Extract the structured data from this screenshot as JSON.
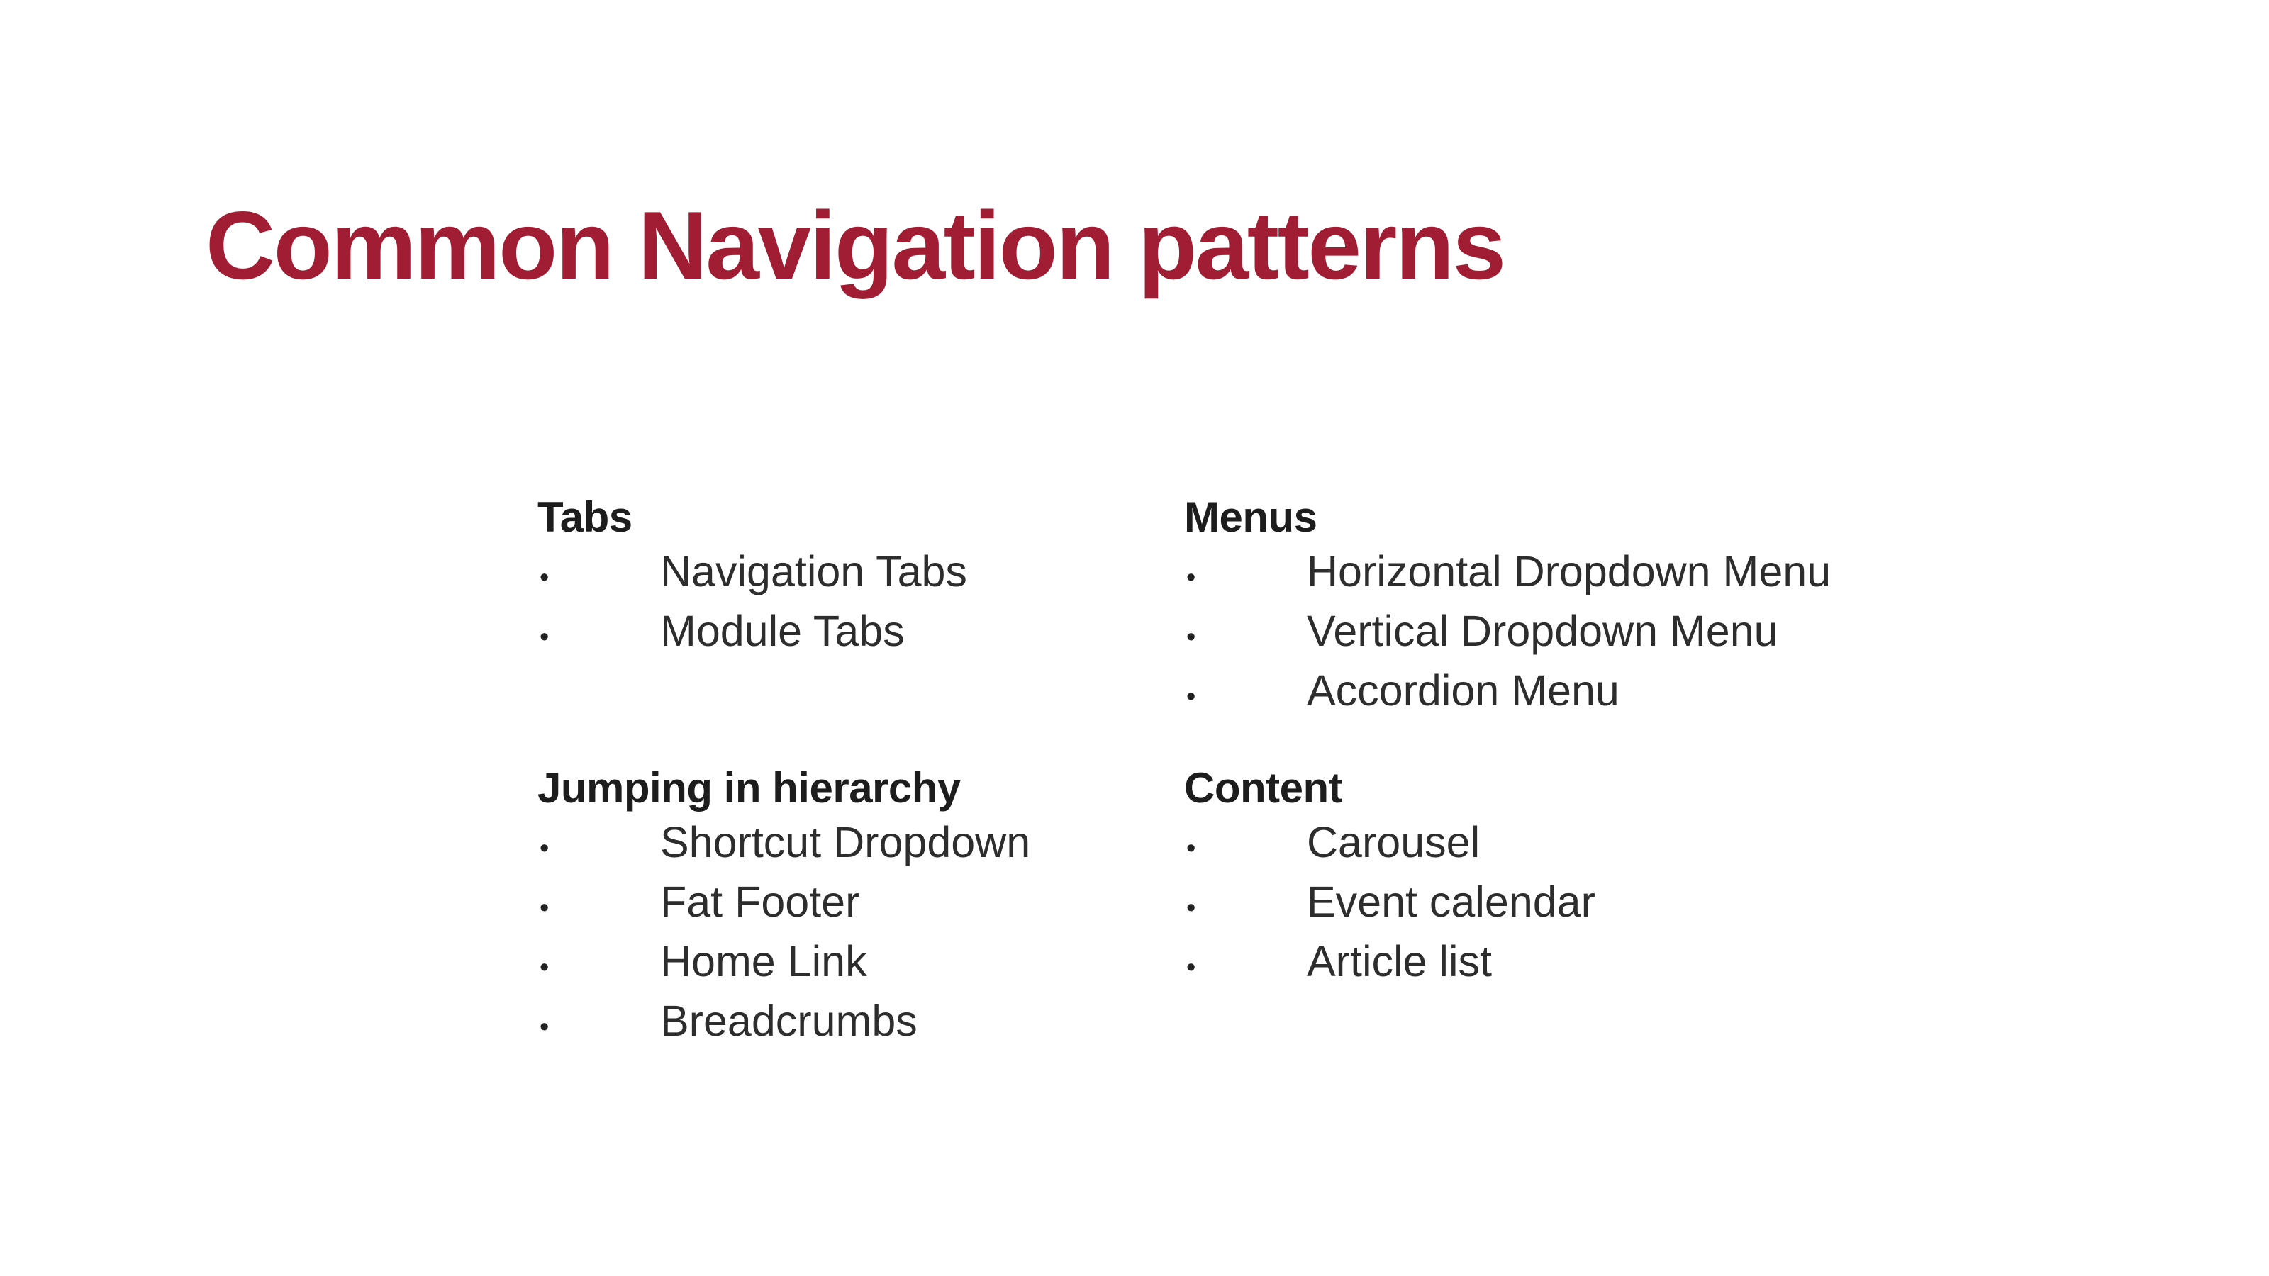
{
  "slide": {
    "background_color": "#ffffff",
    "title": {
      "text": "Common Navigation patterns",
      "color": "#a01d33"
    },
    "bullet_glyph": "•",
    "heading_text_color": "#1d1d1d",
    "item_text_color": "#2d2d2d",
    "sections": [
      {
        "heading": "Tabs",
        "items": [
          "Navigation Tabs",
          "Module Tabs"
        ]
      },
      {
        "heading": "Menus",
        "items": [
          "Horizontal Dropdown Menu",
          "Vertical Dropdown Menu",
          "Accordion Menu"
        ]
      },
      {
        "heading": "Jumping in hierarchy",
        "items": [
          "Shortcut Dropdown",
          "Fat Footer",
          "Home Link",
          "Breadcrumbs"
        ]
      },
      {
        "heading": "Content",
        "items": [
          "Carousel",
          "Event calendar",
          "Article list"
        ]
      }
    ]
  }
}
